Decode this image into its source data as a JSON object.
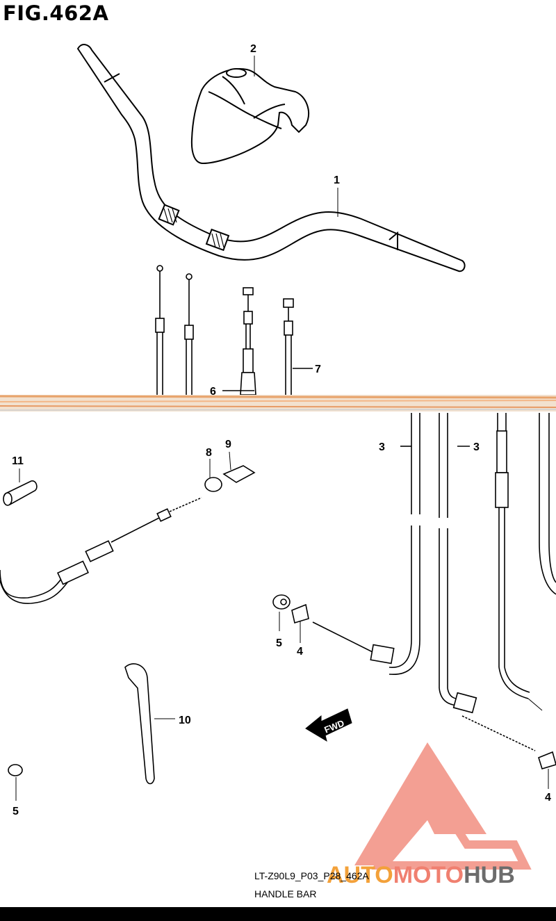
{
  "figure": {
    "title": "FIG.462A",
    "code": "LT-Z90L9_P03_P28_462A",
    "name": "HANDLE BAR"
  },
  "callouts": {
    "c1": "1",
    "c2": "2",
    "c3a": "3",
    "c3b": "3",
    "c4a": "4",
    "c4b": "4",
    "c5a": "5",
    "c5b": "5",
    "c6": "6",
    "c7": "7",
    "c8": "8",
    "c9": "9",
    "c10": "10",
    "c11": "11"
  },
  "fwd_label": "FWD",
  "watermark": {
    "part1": "AUTO",
    "part2": "MOTO",
    "part3": "HUB",
    "colors": {
      "auto": "#f3a13a",
      "moto": "#f08070",
      "hub": "#6c6c6c",
      "logo": "#f08070"
    }
  },
  "icons": {
    "logo": "automotohub-logo-icon",
    "arrow": "fwd-arrow-icon"
  }
}
